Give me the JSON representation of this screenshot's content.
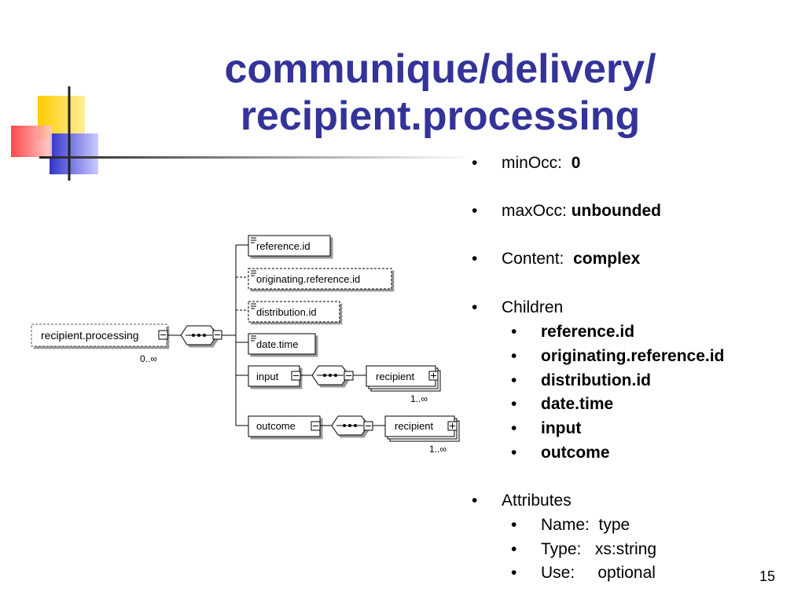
{
  "slide": {
    "title_line1": "communique/delivery/",
    "title_line2": "recipient.processing",
    "page_number": "15"
  },
  "bullets": [
    {
      "label": "minOcc:",
      "value": "0"
    },
    {
      "label": "maxOcc:",
      "value": "unbounded"
    },
    {
      "label": "Content:",
      "value": "complex"
    }
  ],
  "children": {
    "heading": "Children",
    "items": [
      "reference.id",
      "originating.reference.id",
      "distribution.id",
      "date.time",
      "input",
      "outcome"
    ]
  },
  "attributes": {
    "heading": "Attributes",
    "items": [
      {
        "label": "Name:",
        "value": "type"
      },
      {
        "label": "Type:",
        "value": "xs:string"
      },
      {
        "label": "Use:",
        "value": "optional"
      }
    ]
  },
  "diagram": {
    "root": "recipient.processing",
    "root_occurrence": "0..∞",
    "nodes": [
      "reference.id",
      "originating.reference.id",
      "distribution.id",
      "date.time",
      "input",
      "outcome"
    ],
    "sub_node": "recipient",
    "sub_occurrence": "1..∞"
  },
  "colors": {
    "title": "#333399",
    "deco_yellow": "#ffcc00",
    "deco_blue": "#3333cc",
    "deco_red": "#ff3333"
  }
}
